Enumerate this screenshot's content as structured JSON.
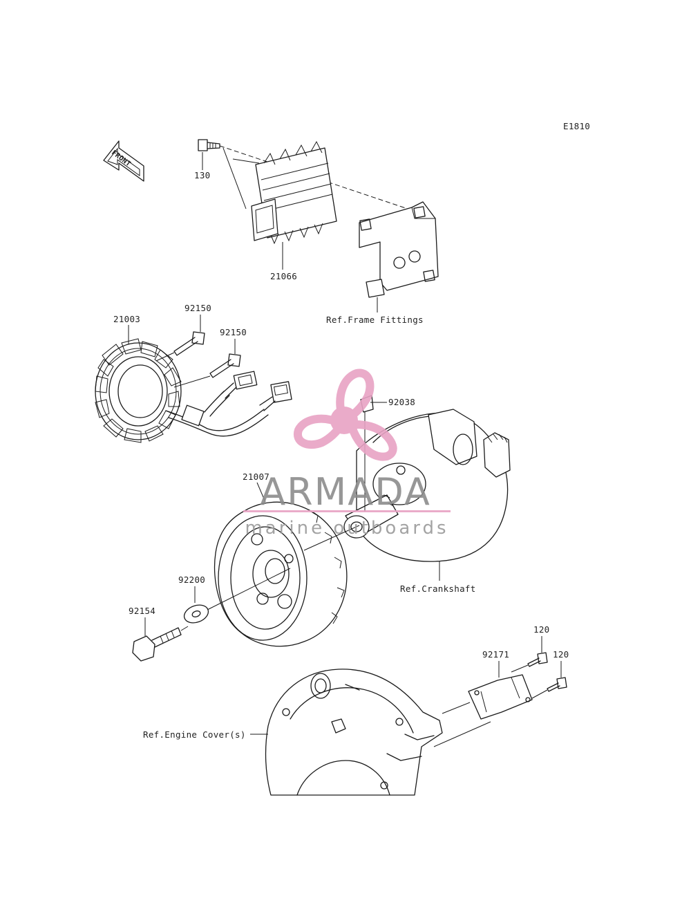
{
  "diagram_code": "E1810",
  "front_marker": "FRONT",
  "labels": {
    "p130": "130",
    "p21066": "21066",
    "ref_frame": "Ref.Frame Fittings",
    "p21003": "21003",
    "p92150a": "92150",
    "p92150b": "92150",
    "p92038": "92038",
    "p21007": "21007",
    "ref_crank": "Ref.Crankshaft",
    "p92200": "92200",
    "p92154": "92154",
    "p120a": "120",
    "p120b": "120",
    "p92171": "92171",
    "ref_engine": "Ref.Engine Cover(s)"
  },
  "watermark": {
    "brand": "ARMADA",
    "tagline": "marine outboards",
    "color": "#e8a3c4",
    "text_color": "#8c8c8c"
  }
}
